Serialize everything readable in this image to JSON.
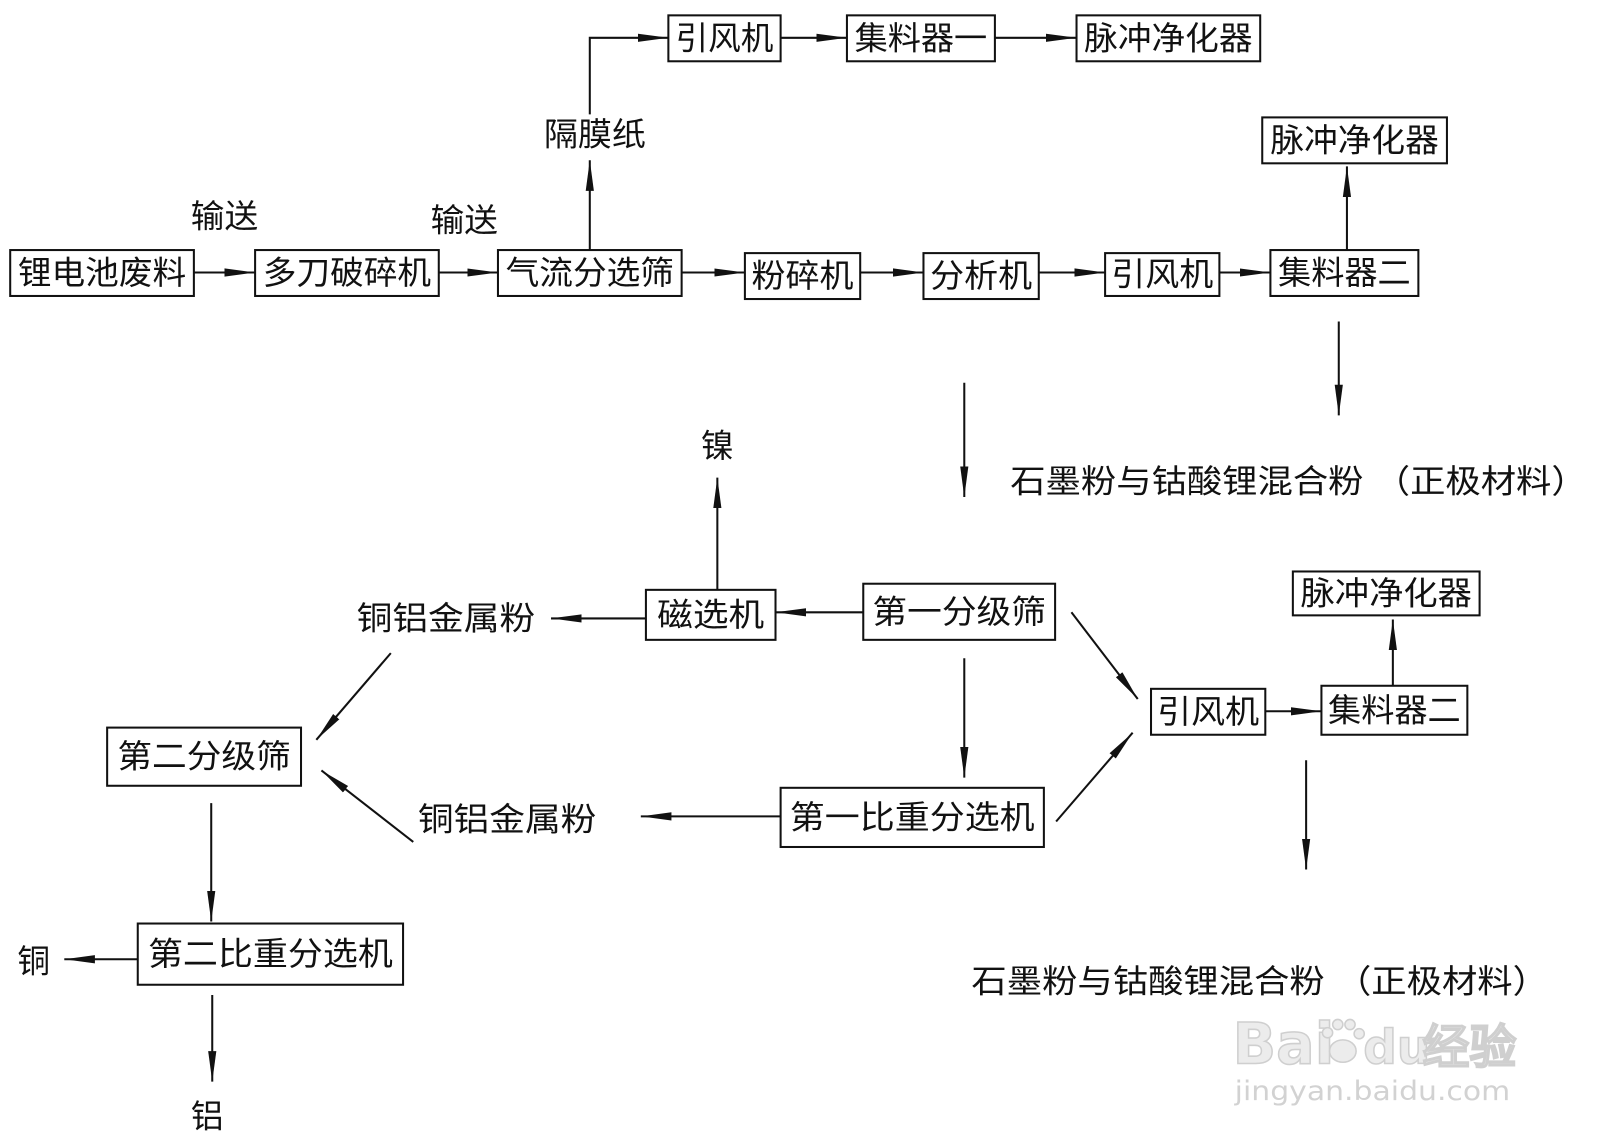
{
  "nodes": {
    "top_fan": "引风机",
    "collector_1": "集料器一",
    "top_purifier": "脉冲净化器",
    "separator_paper": "隔膜纸",
    "waste": "锂电池废料",
    "convey_1": "输送",
    "crusher": "多刀破碎机",
    "convey_2": "输送",
    "air_screen": "气流分选筛",
    "pulverizer": "粉碎机",
    "analyzer": "分析机",
    "mid_fan": "引风机",
    "collector_2_upper": "集料器二",
    "upper_purifier": "脉冲净化器",
    "upper_product": "石墨粉与钴酸锂混合粉 （正极材料）",
    "nickel": "镍",
    "magnetic": "磁选机",
    "first_screen": "第一分级筛",
    "cu_al_powder_1": "铜铝金属粉",
    "second_screen": "第二分级筛",
    "first_gravity": "第一比重分选机",
    "cu_al_powder_2": "铜铝金属粉",
    "lower_fan": "引风机",
    "collector_2_lower": "集料器二",
    "lower_purifier": "脉冲净化器",
    "lower_product": "石墨粉与钴酸锂混合粉 （正极材料）",
    "second_gravity": "第二比重分选机",
    "copper": "铜",
    "aluminum": "铝"
  },
  "watermark": {
    "logo_left": "Bai",
    "logo_right": "du",
    "logo_cn": "经验",
    "url": "jingyan.baidu.com",
    "icon": "paw-icon"
  }
}
